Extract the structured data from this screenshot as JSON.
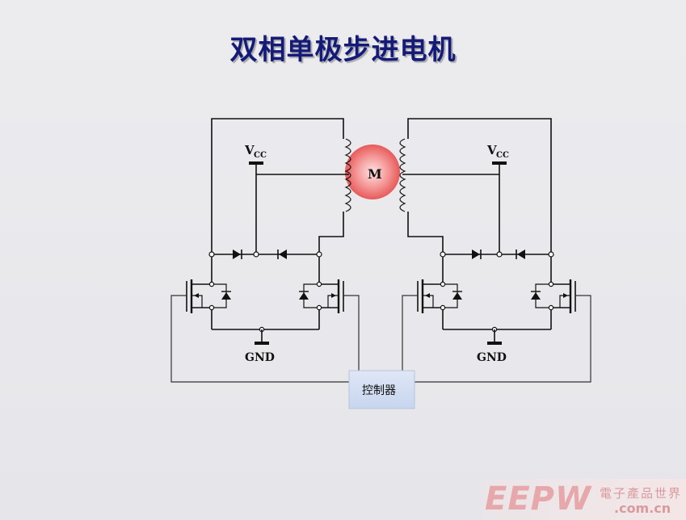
{
  "slide": {
    "title": "双相单极步进电机"
  },
  "diagram": {
    "motor_label": "M",
    "supply_label": "V",
    "supply_subscript": "CC",
    "ground_label": "GND",
    "controller_label": "控制器",
    "colors": {
      "title": "#141a78",
      "motor_glow": "#f26a6a",
      "controller_box": "#d2ddf1",
      "wire": "#111111"
    }
  },
  "watermark": {
    "logo": "EEPW",
    "brand_cn": "電子產品世界",
    "url": ".com.cn"
  }
}
